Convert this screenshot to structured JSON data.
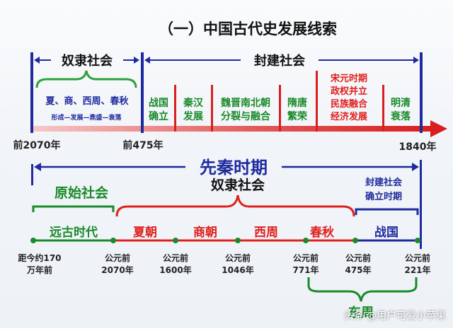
{
  "title": "（一）中国古代史发展线索",
  "top_timeline": {
    "slave_society": "奴隶社会",
    "feudal_society": "封建社会",
    "dynasties": "夏、商、西周、春秋",
    "stages": "形成—发展—鼎盛—衰落",
    "periods": [
      {
        "line1": "战国",
        "line2": "确立",
        "color": "#1a8a2a"
      },
      {
        "line1": "秦汉",
        "line2": "发展",
        "color": "#1a8a2a"
      },
      {
        "line1": "魏晋南北朝",
        "line2": "分裂与融合",
        "color": "#1a8a2a"
      },
      {
        "line1": "隋唐",
        "line2": "繁荣",
        "color": "#1a8a2a"
      },
      {
        "line1": "宋元时期",
        "line2": "政权并立",
        "line3": "民族融合",
        "line4": "经济发展",
        "color": "#e0201c"
      },
      {
        "line1": "明清",
        "line2": "衰落",
        "color": "#1a8a2a"
      }
    ],
    "dates": {
      "start": "前2070年",
      "mid": "前475年",
      "end": "1840年"
    }
  },
  "bottom_timeline": {
    "pre_qin": "先秦时期",
    "primitive": "原始社会",
    "slave": "奴隶社会",
    "feudal_est": "封建社会确立时期",
    "feudal_est_line1": "封建社会",
    "feudal_est_line2": "确立时期",
    "segments": [
      {
        "label": "远古时代",
        "color": "#1a8a2a"
      },
      {
        "label": "夏朝",
        "color": "#e0201c"
      },
      {
        "label": "商朝",
        "color": "#e0201c"
      },
      {
        "label": "西周",
        "color": "#e0201c"
      },
      {
        "label": "春秋",
        "color": "#e0201c"
      },
      {
        "label": "战国",
        "color": "#1e2a9e"
      }
    ],
    "ticks": [
      {
        "line1": "距今约170",
        "line2": "万年前"
      },
      {
        "line1": "公元前",
        "line2": "2070年"
      },
      {
        "line1": "公元前",
        "line2": "1600年"
      },
      {
        "line1": "公元前",
        "line2": "1046年"
      },
      {
        "line1": "公元前",
        "line2": "771年"
      },
      {
        "line1": "公元前",
        "line2": "475年"
      },
      {
        "line1": "公元前",
        "line2": "221年"
      }
    ],
    "dongzhou": "东周"
  },
  "watermark": "头条 @用户可爱小苹果",
  "colors": {
    "blue": "#1e2a9e",
    "red": "#e0201c",
    "green": "#1a8a2a",
    "dark": "#222222"
  }
}
